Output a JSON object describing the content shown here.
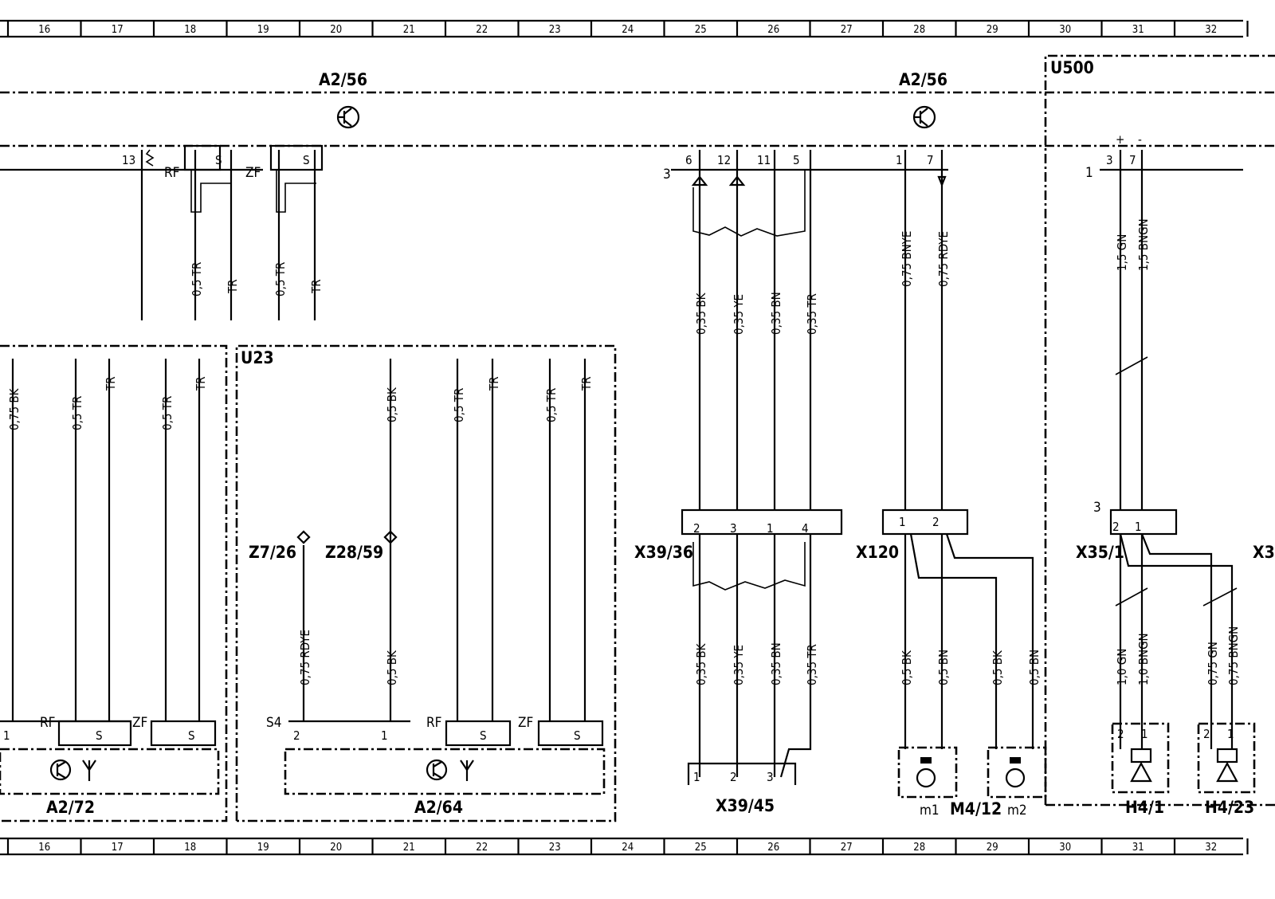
{
  "ruler": [
    "16",
    "17",
    "18",
    "19",
    "20",
    "21",
    "22",
    "23",
    "24",
    "25",
    "26",
    "27",
    "28",
    "29",
    "30",
    "31",
    "32"
  ],
  "components": {
    "a2_56_left": "A2/56",
    "a2_56_right": "A2/56",
    "u500": "U500",
    "u23": "U23",
    "z7_26": "Z7/26",
    "z28_59": "Z28/59",
    "x39_36": "X39/36",
    "x120": "X120",
    "x35_1": "X35/1",
    "x3_partial": "X3",
    "a2_72": "A2/72",
    "a2_64": "A2/64",
    "x39_45": "X39/45",
    "m4_12": "M4/12",
    "m1": "m1",
    "m2": "m2",
    "h4_1": "H4/1",
    "h4_23": "H4/23"
  },
  "pins": {
    "p13": "13",
    "rf_top": "RF",
    "zf_top": "ZF",
    "s_a": "S",
    "s_b": "S",
    "p3_left": "3",
    "p6": "6",
    "p12": "12",
    "p11": "11",
    "p5": "5",
    "p1_a": "1",
    "p7_a": "7",
    "p1_u500": "1",
    "p3_u500": "3",
    "p7_u500": "7",
    "plus": "+",
    "minus": "-",
    "x39_2": "2",
    "x39_3": "3",
    "x39_1": "1",
    "x39_4": "4",
    "x120_1": "1",
    "x120_2": "2",
    "x35_3": "3",
    "x35_2": "2",
    "x35_1p": "1",
    "s4": "S4",
    "a64_2": "2",
    "a64_1": "1",
    "a72_1": "1",
    "rf_b1": "RF",
    "zf_b1": "ZF",
    "s_c": "S",
    "s_d": "S",
    "rf_b2": "RF",
    "zf_b2": "ZF",
    "s_e": "S",
    "s_f": "S",
    "x45_1": "1",
    "x45_2": "2",
    "x45_3": "3",
    "h41_2": "2",
    "h41_1": "1",
    "h423_2": "2",
    "h423_1": "1"
  },
  "wires": {
    "w05tr_a": "0,5 TR",
    "wtr_a": "TR",
    "w05tr_b": "0,5 TR",
    "wtr_b": "TR",
    "w035bk_t": "0,35 BK",
    "w035ye_t": "0,35 YE",
    "w035bn_t": "0,35 BN",
    "w035tr_t": "0,35 TR",
    "w075bnye": "0,75 BNYE",
    "w075rdye_t": "0,75 RDYE",
    "w15gn": "1,5 GN",
    "w15bngn": "1,5 BNGN",
    "w075bk_l": "0,75 BK",
    "w05tr_c": "0,5 TR",
    "wtr_c": "TR",
    "w05tr_d": "0,5 TR",
    "wtr_d": "TR",
    "w05bk_u23": "0,5 BK",
    "w05tr_e": "0,5 TR",
    "wtr_e": "TR",
    "w05tr_f": "0,5 TR",
    "wtr_f": "TR",
    "w075rdye_b": "0,75 RDYE",
    "w05bk_b": "0,5 BK",
    "w035bk_b": "0,35 BK",
    "w035ye_b": "0,35 YE",
    "w035bn_b": "0,35 BN",
    "w035tr_b": "0,35 TR",
    "w05bk_m1": "0,5 BK",
    "w05bn_m1": "0,5 BN",
    "w05bk_m2": "0,5 BK",
    "w05bn_m2": "0,5 BN",
    "w10gn": "1,0 GN",
    "w10bngn": "1,0 BNGN",
    "w075gn": "0,75 GN",
    "w075bngn": "0,75 BNGN"
  }
}
